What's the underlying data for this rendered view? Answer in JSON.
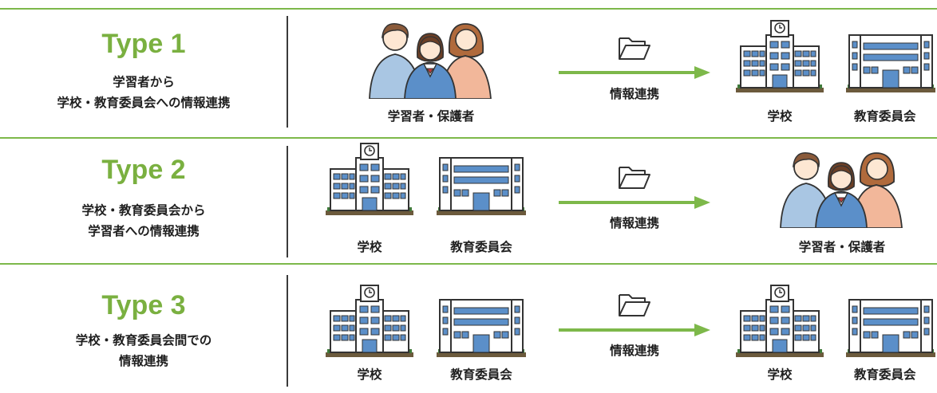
{
  "rows": [
    {
      "title": "Type 1",
      "desc": [
        "学習者から",
        "学校・教育委員会への情報連携"
      ],
      "left": [
        "学習者・保護者"
      ],
      "arrow_label": "情報連携",
      "right": [
        "学校",
        "教育委員会"
      ]
    },
    {
      "title": "Type 2",
      "desc": [
        "学校・教育委員会から",
        "学習者への情報連携"
      ],
      "left": [
        "学校",
        "教育委員会"
      ],
      "arrow_label": "情報連携",
      "right": [
        "学習者・保護者"
      ]
    },
    {
      "title": "Type 3",
      "desc": [
        "学校・教育委員会間での",
        "情報連携"
      ],
      "left": [
        "学校",
        "教育委員会"
      ],
      "arrow_label": "情報連携",
      "right": [
        "学校",
        "教育委員会"
      ]
    }
  ],
  "colors": {
    "accent": "#7ab040",
    "line": "#7db84a",
    "building": "#5b8fc9",
    "people_shirt": "#a9c6e3",
    "people_blouse": "#f2b79a"
  },
  "icons": [
    "people-icon",
    "school-building-icon",
    "board-building-icon",
    "folder-icon",
    "arrow-right-icon"
  ]
}
